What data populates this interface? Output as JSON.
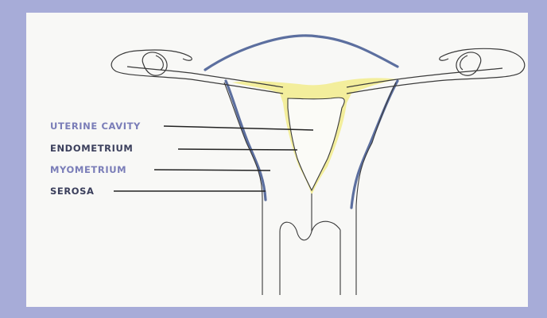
{
  "labels": {
    "uterine_cavity": "UTERINE CAVITY",
    "endometrium": "ENDOMETRIUM",
    "myometrium": "MYOMETRIUM",
    "serosa": "SEROSA"
  },
  "colors": {
    "frame": "#a7acd8",
    "panel": "#f8f8f6",
    "serosa_blue": "#5c6f9f",
    "endometrium_yellow": "#f3ee9c",
    "outline": "#3a3a3a",
    "label_purple": "#7a7db8",
    "label_dark": "#3b3f5c"
  }
}
